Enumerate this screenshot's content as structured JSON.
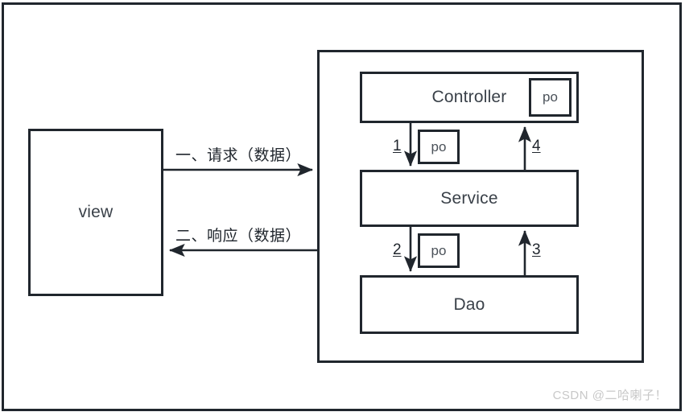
{
  "diagram": {
    "title_watermark": "CSDN @二哈喇子！",
    "view": {
      "label": "view"
    },
    "server": {
      "layers": [
        {
          "id": "controller",
          "label": "Controller"
        },
        {
          "id": "service",
          "label": "Service"
        },
        {
          "id": "dao",
          "label": "Dao"
        }
      ],
      "po_objects": [
        {
          "id": "po-controller",
          "label": "po"
        },
        {
          "id": "po-mid-upper",
          "label": "po"
        },
        {
          "id": "po-mid-lower",
          "label": "po"
        }
      ],
      "steps": [
        {
          "id": "step-1",
          "label": "1",
          "from": "Controller",
          "to": "Service",
          "direction": "down"
        },
        {
          "id": "step-2",
          "label": "2",
          "from": "Service",
          "to": "Dao",
          "direction": "down"
        },
        {
          "id": "step-3",
          "label": "3",
          "from": "Dao",
          "to": "Service",
          "direction": "up"
        },
        {
          "id": "step-4",
          "label": "4",
          "from": "Service",
          "to": "Controller",
          "direction": "up"
        }
      ]
    },
    "flows": [
      {
        "id": "request",
        "label": "一、请求（数据）",
        "direction": "right"
      },
      {
        "id": "response",
        "label": "二、响应（数据）",
        "direction": "left"
      }
    ]
  },
  "colors": {
    "stroke": "#20262d",
    "text": "#3a4149",
    "watermark": "#c8c8c8",
    "background": "#ffffff"
  }
}
